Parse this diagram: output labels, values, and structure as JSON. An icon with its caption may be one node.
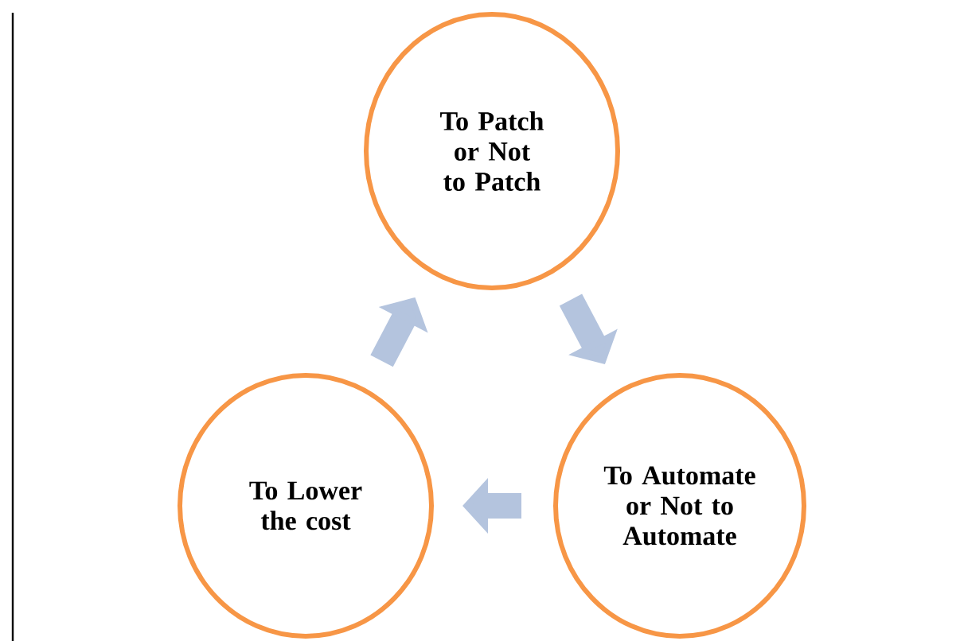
{
  "diagram": {
    "nodes": [
      {
        "text": [
          "To Patch or Not to Patch"
        ]
      },
      {
        "text": [
          "To Automate or Not to Automate"
        ]
      },
      {
        "text": [
          "To Lower the cost"
        ]
      }
    ],
    "edges": [
      {
        "from": 0,
        "to": 1,
        "arrow": "to"
      },
      {
        "from": 1,
        "to": 2,
        "arrow": "to"
      },
      {
        "from": 2,
        "to": 0,
        "arrow": "to"
      }
    ]
  }
}
